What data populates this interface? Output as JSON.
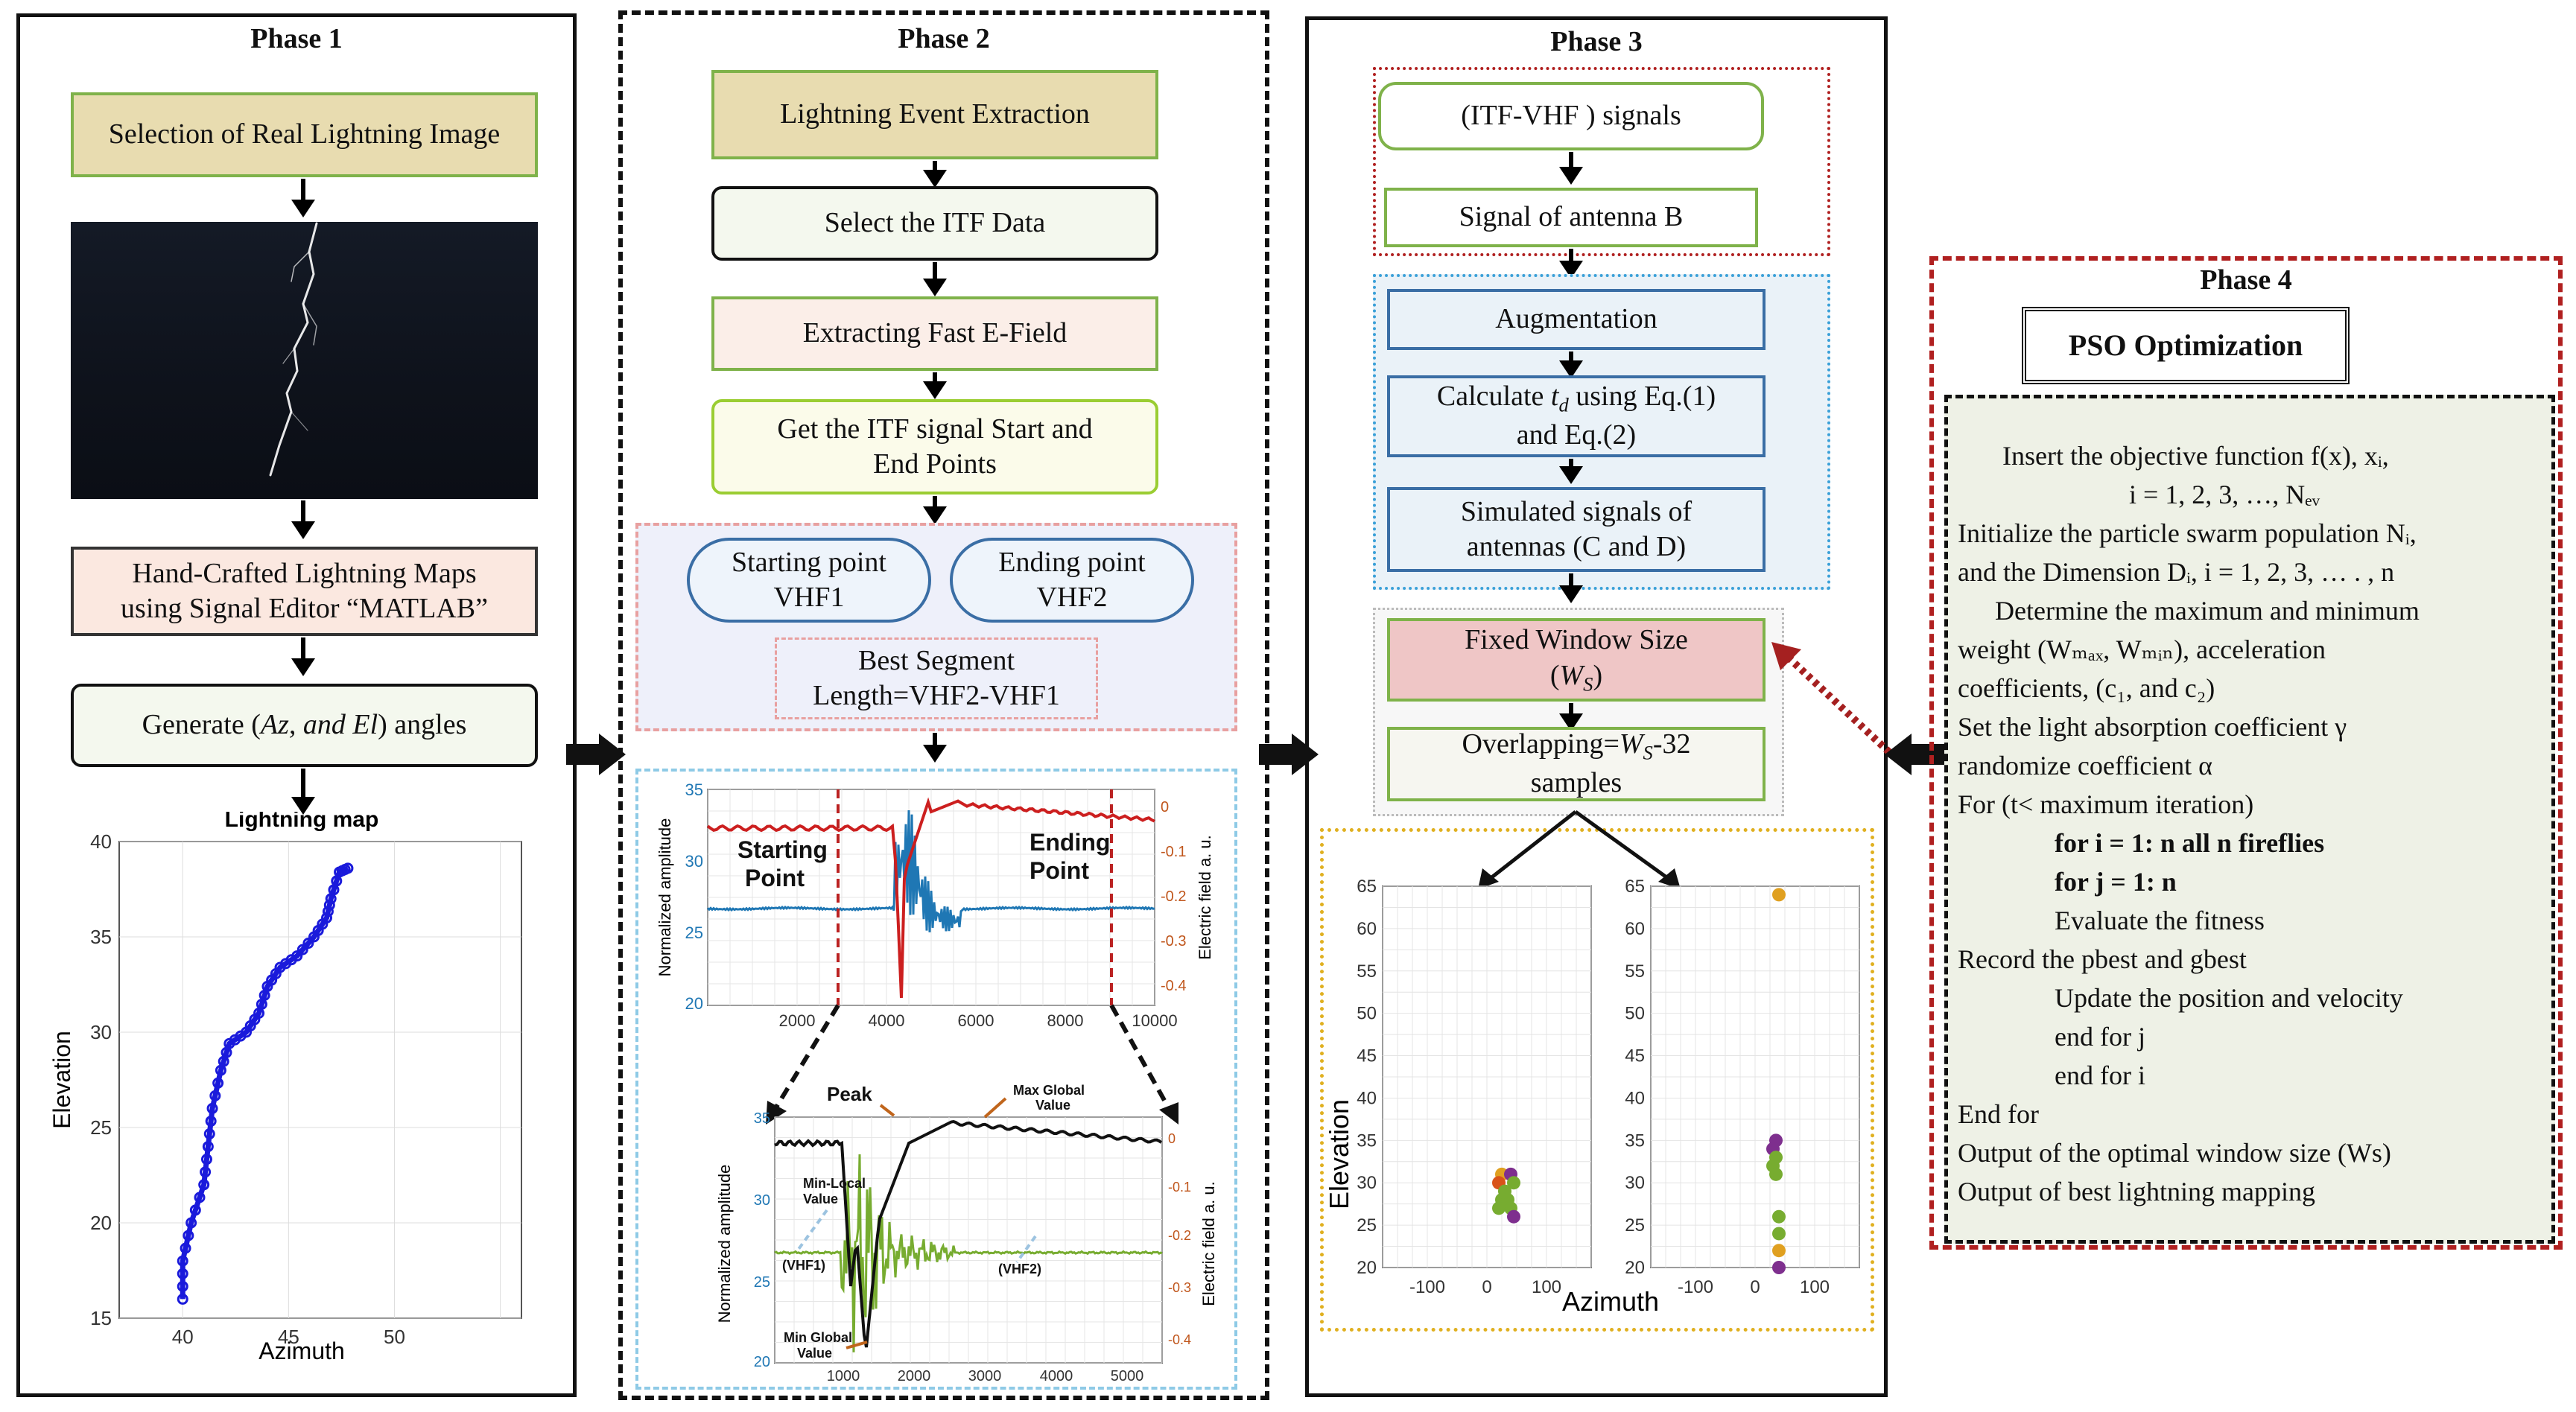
{
  "phase1": {
    "title": "Phase 1",
    "box1": "Selection of Real Lightning Image",
    "box2_line1": "Hand-Crafted Lightning Maps",
    "box2_line2": "using Signal Editor “MATLAB”",
    "box3_pre": "Generate ( ",
    "box3_az": "Az, and El",
    "box3_post": ") angles",
    "map": {
      "title": "Lightning map",
      "xlabel": "Azimuth",
      "ylabel": "Elevation",
      "xticks": [
        "40",
        "45",
        "50"
      ],
      "yticks": [
        "15",
        "20",
        "25",
        "30",
        "35",
        "40"
      ]
    }
  },
  "phase2": {
    "title": "Phase 2",
    "box1": "Lightning Event Extraction",
    "box2": "Select the ITF Data",
    "box3": "Extracting Fast E-Field",
    "box4_line1": "Get the ITF signal Start and",
    "box4_line2": "End Points",
    "start_line1": "Starting point",
    "start_line2": "VHF1",
    "end_line1": "Ending point",
    "end_line2": "VHF2",
    "seg_line1": "Best Segment",
    "seg_line2": "Length=VHF2-VHF1",
    "top_plot": {
      "ylabel_left": "Normalized amplitude",
      "ylabel_right": "Electric field a. u.",
      "yticks_left": [
        "35",
        "30",
        "25",
        "20"
      ],
      "yticks_right": [
        "0",
        "-0.1",
        "-0.2",
        "-0.3",
        "-0.4"
      ],
      "xticks": [
        "2000",
        "4000",
        "6000",
        "8000",
        "10000"
      ],
      "label_start_1": "Starting",
      "label_start_2": "Point",
      "label_end_1": "Ending",
      "label_end_2": "Point"
    },
    "bottom_plot": {
      "ylabel_left": "Normalized amplitude",
      "ylabel_right": "Electric field a. u.",
      "yticks_left": [
        "35",
        "30",
        "25",
        "20"
      ],
      "yticks_right": [
        "0",
        "-0.1",
        "-0.2",
        "-0.3",
        "-0.4"
      ],
      "xticks": [
        "1000",
        "2000",
        "3000",
        "4000",
        "5000"
      ],
      "peak": "Peak",
      "max_global_1": "Max Global",
      "max_global_2": "Value",
      "min_local_1": "Min-Local",
      "min_local_2": "Value",
      "vhf1": "(VHF1)",
      "vhf2": "(VHF2)",
      "min_global_1": "Min Global",
      "min_global_2": "Value"
    },
    "colors": {
      "red": "#cc1f1f",
      "blue": "#1f77b4",
      "green": "#77ac30",
      "black": "#111111"
    }
  },
  "phase3": {
    "title": "Phase 3",
    "box1": "(ITF-VHF ) signals",
    "box2": "Signal of antenna B",
    "box3": "Augmentation",
    "box4_pre": "Calculate ",
    "box4_var": "t",
    "box4_sub": "d",
    "box4_post": " using Eq.(1)",
    "box4_line2": "and Eq.(2)",
    "box5_line1": "Simulated signals of",
    "box5_line2": "antennas (C and D)",
    "box6_line1": "Fixed Window Size",
    "box6_var": "W",
    "box6_sub": "S",
    "box7_pre": "Overlapping=",
    "box7_var": "W",
    "box7_sub": "S",
    "box7_post": "-32",
    "box7_line2": "samples",
    "scatter": {
      "ylabel": "Elevation",
      "xlabel": "Azimuth",
      "yticks": [
        "65",
        "60",
        "55",
        "50",
        "45",
        "40",
        "35",
        "30",
        "25",
        "20"
      ],
      "xticks": [
        "-100",
        "0",
        "100"
      ]
    }
  },
  "phase4": {
    "title": "Phase 4",
    "pso_title": "PSO Optimization",
    "lines": [
      "Insert the objective function f(x), xᵢ,",
      "i = 1, 2, 3, …, Nₑᵥ",
      "Initialize the particle swarm population Nᵢ,",
      "and  the Dimension Dᵢ, i = 1, 2, 3, … . , n",
      "Determine the maximum and minimum",
      "weight (Wₘₐₓ, Wₘᵢₙ), acceleration",
      "coefficients, (c₁, and c₂)",
      "Set the light absorption coefficient γ",
      "randomize coefficient α",
      "For (t< maximum iteration)",
      "for i = 1: n   all  n fireflies",
      "for j = 1: n",
      "Evaluate the fitness",
      "Record the pbest and gbest",
      "Update the position and velocity",
      "end for j",
      "end for i",
      "End for",
      "Output of the optimal window size (Ws)",
      "Output of best lightning mapping"
    ]
  }
}
